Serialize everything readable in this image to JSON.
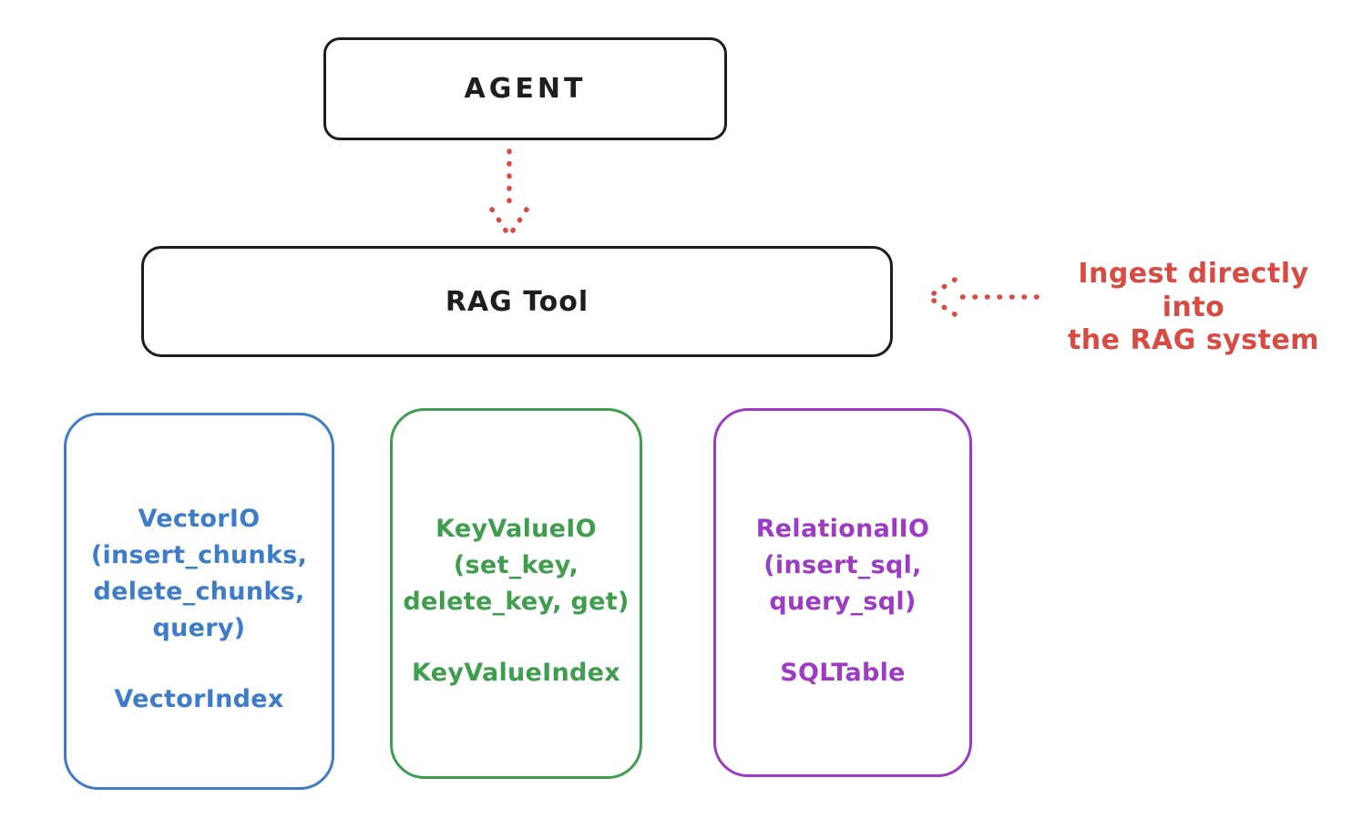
{
  "colors": {
    "background": "#ffffff",
    "ink": "#1e1e1e",
    "red": "#d84a42",
    "blue": "#3d7cc9",
    "green": "#3f9e4d",
    "purple": "#9d3bc4"
  },
  "nodes": {
    "agent": {
      "label": "AGENT"
    },
    "rag_tool": {
      "label": "RAG Tool"
    }
  },
  "annotation": {
    "text": "Ingest directly into\nthe RAG system"
  },
  "arrows": {
    "agent_to_rag": "dotted-down-arrow",
    "annotation_to_rag": "dotted-left-arrow"
  },
  "io_boxes": [
    {
      "id": "vector-io",
      "title": "VectorIO",
      "methods": "(insert_chunks,\ndelete_chunks,\nquery)",
      "index": "VectorIndex",
      "color": "#3d7cc9"
    },
    {
      "id": "keyvalue-io",
      "title": "KeyValueIO",
      "methods": "(set_key,\ndelete_key, get)",
      "index": "KeyValueIndex",
      "color": "#3f9e4d"
    },
    {
      "id": "relational-io",
      "title": "RelationalIO",
      "methods": "(insert_sql,\nquery_sql)",
      "index": "SQLTable",
      "color": "#9d3bc4"
    }
  ]
}
